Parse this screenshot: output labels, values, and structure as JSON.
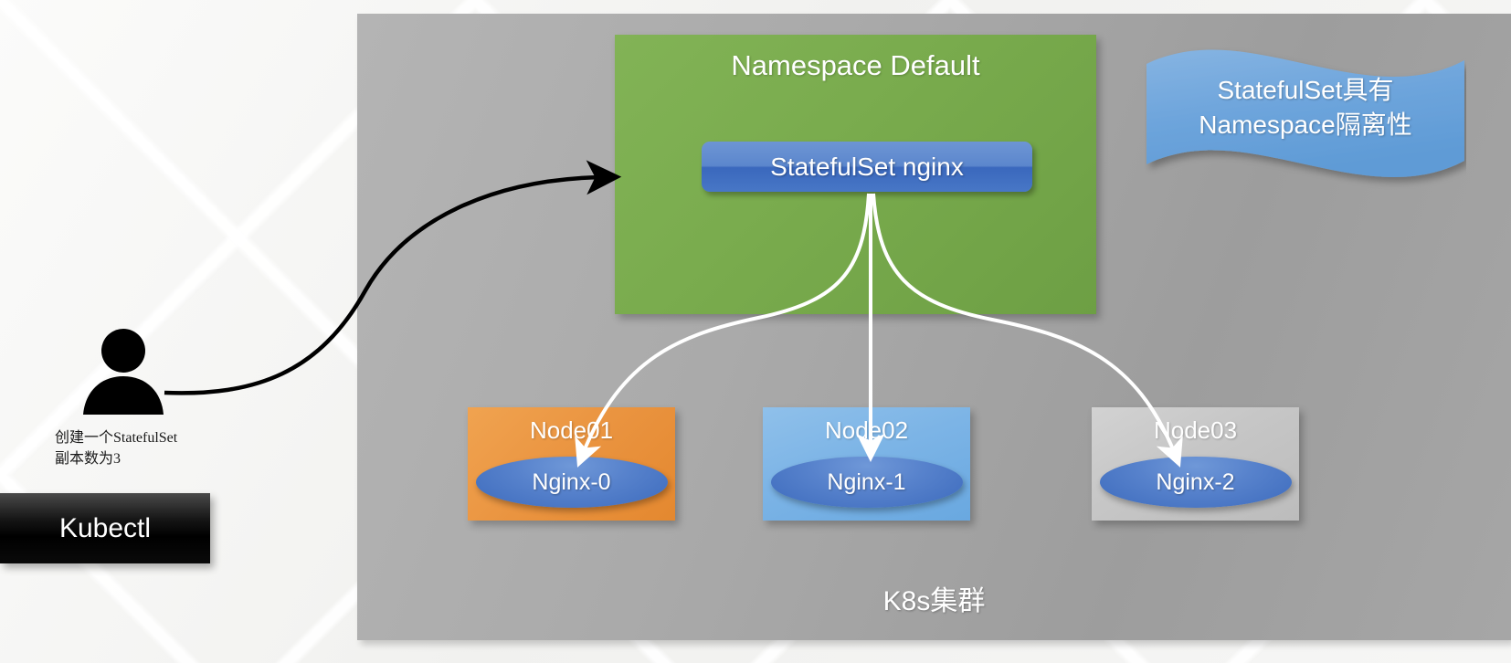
{
  "cluster": {
    "label": "K8s集群",
    "bg_color": "#a8a8a8"
  },
  "namespace": {
    "title": "Namespace Default",
    "bg_color": "#79ab4d",
    "statefulset": {
      "label": "StatefulSet nginx",
      "bg_color": "#4877c6"
    }
  },
  "ribbon": {
    "line1": "StatefulSet具有",
    "line2": "Namespace隔离性",
    "bg_color": "#6ba3dc"
  },
  "nodes": [
    {
      "title": "Node01",
      "pod": "Nginx-0",
      "bg_color": "#ea9440"
    },
    {
      "title": "Node02",
      "pod": "Nginx-1",
      "bg_color": "#7cb4e6"
    },
    {
      "title": "Node03",
      "pod": "Nginx-2",
      "bg_color": "#c6c6c6"
    }
  ],
  "actor": {
    "caption_line1": "创建一个StatefulSet",
    "caption_line2": "副本数为3",
    "kubectl_label": "Kubectl"
  }
}
